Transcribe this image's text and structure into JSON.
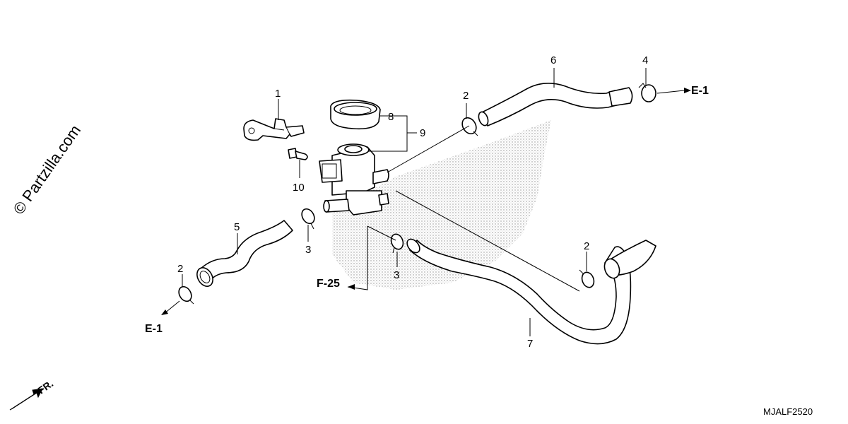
{
  "watermark": "© Partzilla.com",
  "diagram_code": "MJALF2520",
  "front_marker": "FR.",
  "references": {
    "e1_right": "E-1",
    "e1_left": "E-1",
    "f25": "F-25"
  },
  "callouts": {
    "c1": "1",
    "c8": "8",
    "c9": "9",
    "c10": "10",
    "c2_top": "2",
    "c6": "6",
    "c4": "4",
    "c5": "5",
    "c3_left": "3",
    "c2_left": "2",
    "c3_mid": "3",
    "c2_right": "2",
    "c7": "7"
  }
}
